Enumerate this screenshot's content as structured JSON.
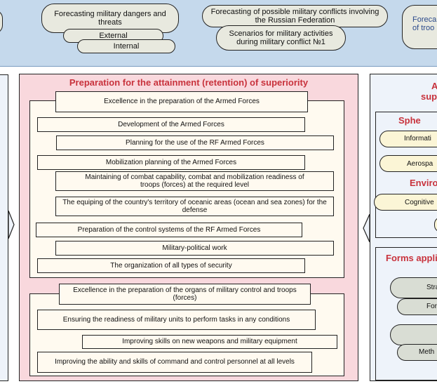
{
  "top": {
    "forecast_dangers": "Forecasting military  dangers and threats",
    "external": "External",
    "internal": "Internal",
    "forecast_conflicts": "Forecasting of possible military conflicts involving the Russian Federation",
    "scenarios": "Scenarios for military activities during military conflict №1",
    "forecast_right_line1": "Foreca",
    "forecast_right_line2": "of troo"
  },
  "preparation": {
    "title": "Preparation for the attainment (retention) of superiority",
    "group1": {
      "header": "Excellence in the preparation of the Armed Forces",
      "items": [
        "Development of the Armed Forces",
        "Planning for the use of the RF Armed Forces",
        "Mobilization planning of the Armed Forces",
        "Maintaining of combat capability, combat and mobilization readiness of troops (forces) at the required level",
        "The equiping of the country's territory of oceanic areas (ocean and sea zones) for the defense",
        "Preparation of the control systems of the RF Armed Forces",
        "Military-political work",
        "The organization of all types of security"
      ]
    },
    "group2": {
      "header": "Excellence in the preparation of the organs of military control and troops (forces)",
      "items": [
        "Ensuring the readiness of military units to perform tasks in any conditions",
        "Improving skills on new weapons and military equipment",
        "Improving the ability and skills of command and control personnel at all levels"
      ]
    }
  },
  "right": {
    "title_line1": "A",
    "title_line2": "sup",
    "spheres_title": "Sphe",
    "sphere_items": [
      "Informati",
      "Aerospa"
    ],
    "environment_title": "Enviro",
    "environment_items": [
      "Cognitive"
    ],
    "forms_title": "Forms appli",
    "forms_items": [
      "Stra",
      "For",
      "Meth"
    ]
  }
}
